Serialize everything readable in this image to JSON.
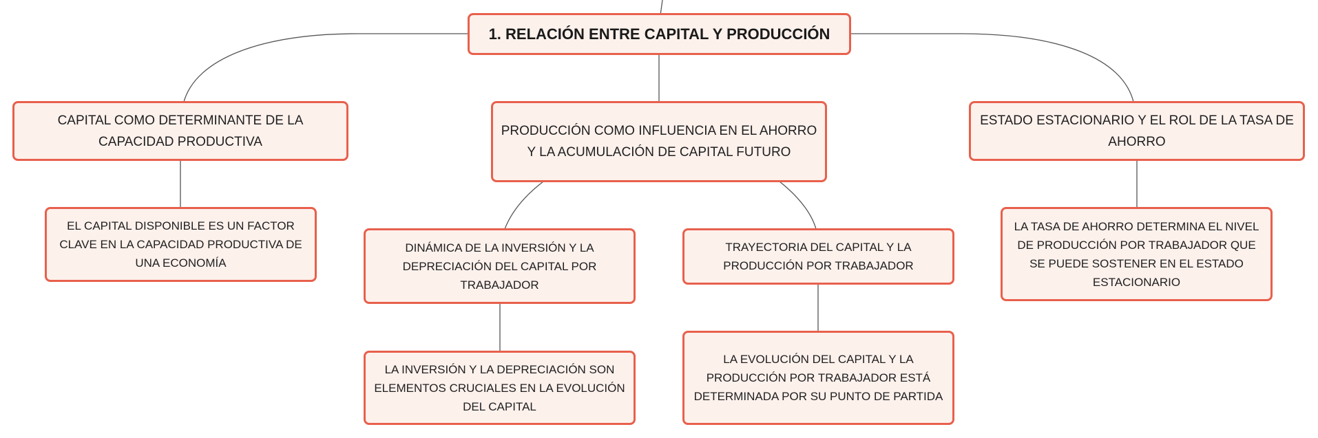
{
  "mindmap": {
    "root": {
      "label": "1. RELACIÓN ENTRE CAPITAL Y PRODUCCIÓN"
    },
    "left": {
      "topic": "CAPITAL COMO DETERMINANTE DE LA CAPACIDAD PRODUCTIVA",
      "child": "EL CAPITAL DISPONIBLE ES UN FACTOR CLAVE EN LA CAPACIDAD PRODUCTIVA DE UNA ECONOMÍA"
    },
    "center": {
      "topic": "PRODUCCIÓN COMO INFLUENCIA EN EL AHORRO Y LA ACUMULACIÓN DE CAPITAL FUTURO",
      "sub_left": {
        "topic": "DINÁMICA DE LA INVERSIÓN Y LA DEPRECIACIÓN DEL CAPITAL POR TRABAJADOR",
        "child": "LA INVERSIÓN Y LA DEPRECIACIÓN SON ELEMENTOS CRUCIALES EN LA EVOLUCIÓN DEL CAPITAL"
      },
      "sub_right": {
        "topic": "TRAYECTORIA DEL CAPITAL Y LA PRODUCCIÓN POR TRABAJADOR",
        "child": "LA EVOLUCIÓN DEL CAPITAL Y LA PRODUCCIÓN POR TRABAJADOR ESTÁ DETERMINADA POR SU PUNTO DE PARTIDA"
      }
    },
    "right": {
      "topic": "ESTADO ESTACIONARIO Y EL ROL DE LA TASA DE AHORRO",
      "child": "LA TASA DE AHORRO DETERMINA EL NIVEL DE PRODUCCIÓN POR TRABAJADOR QUE SE PUEDE SOSTENER EN EL ESTADO ESTACIONARIO"
    },
    "colors": {
      "node_border": "#e8604c",
      "node_fill": "#fdf1ec",
      "connector": "#555555",
      "text": "#1f1f1f"
    }
  }
}
